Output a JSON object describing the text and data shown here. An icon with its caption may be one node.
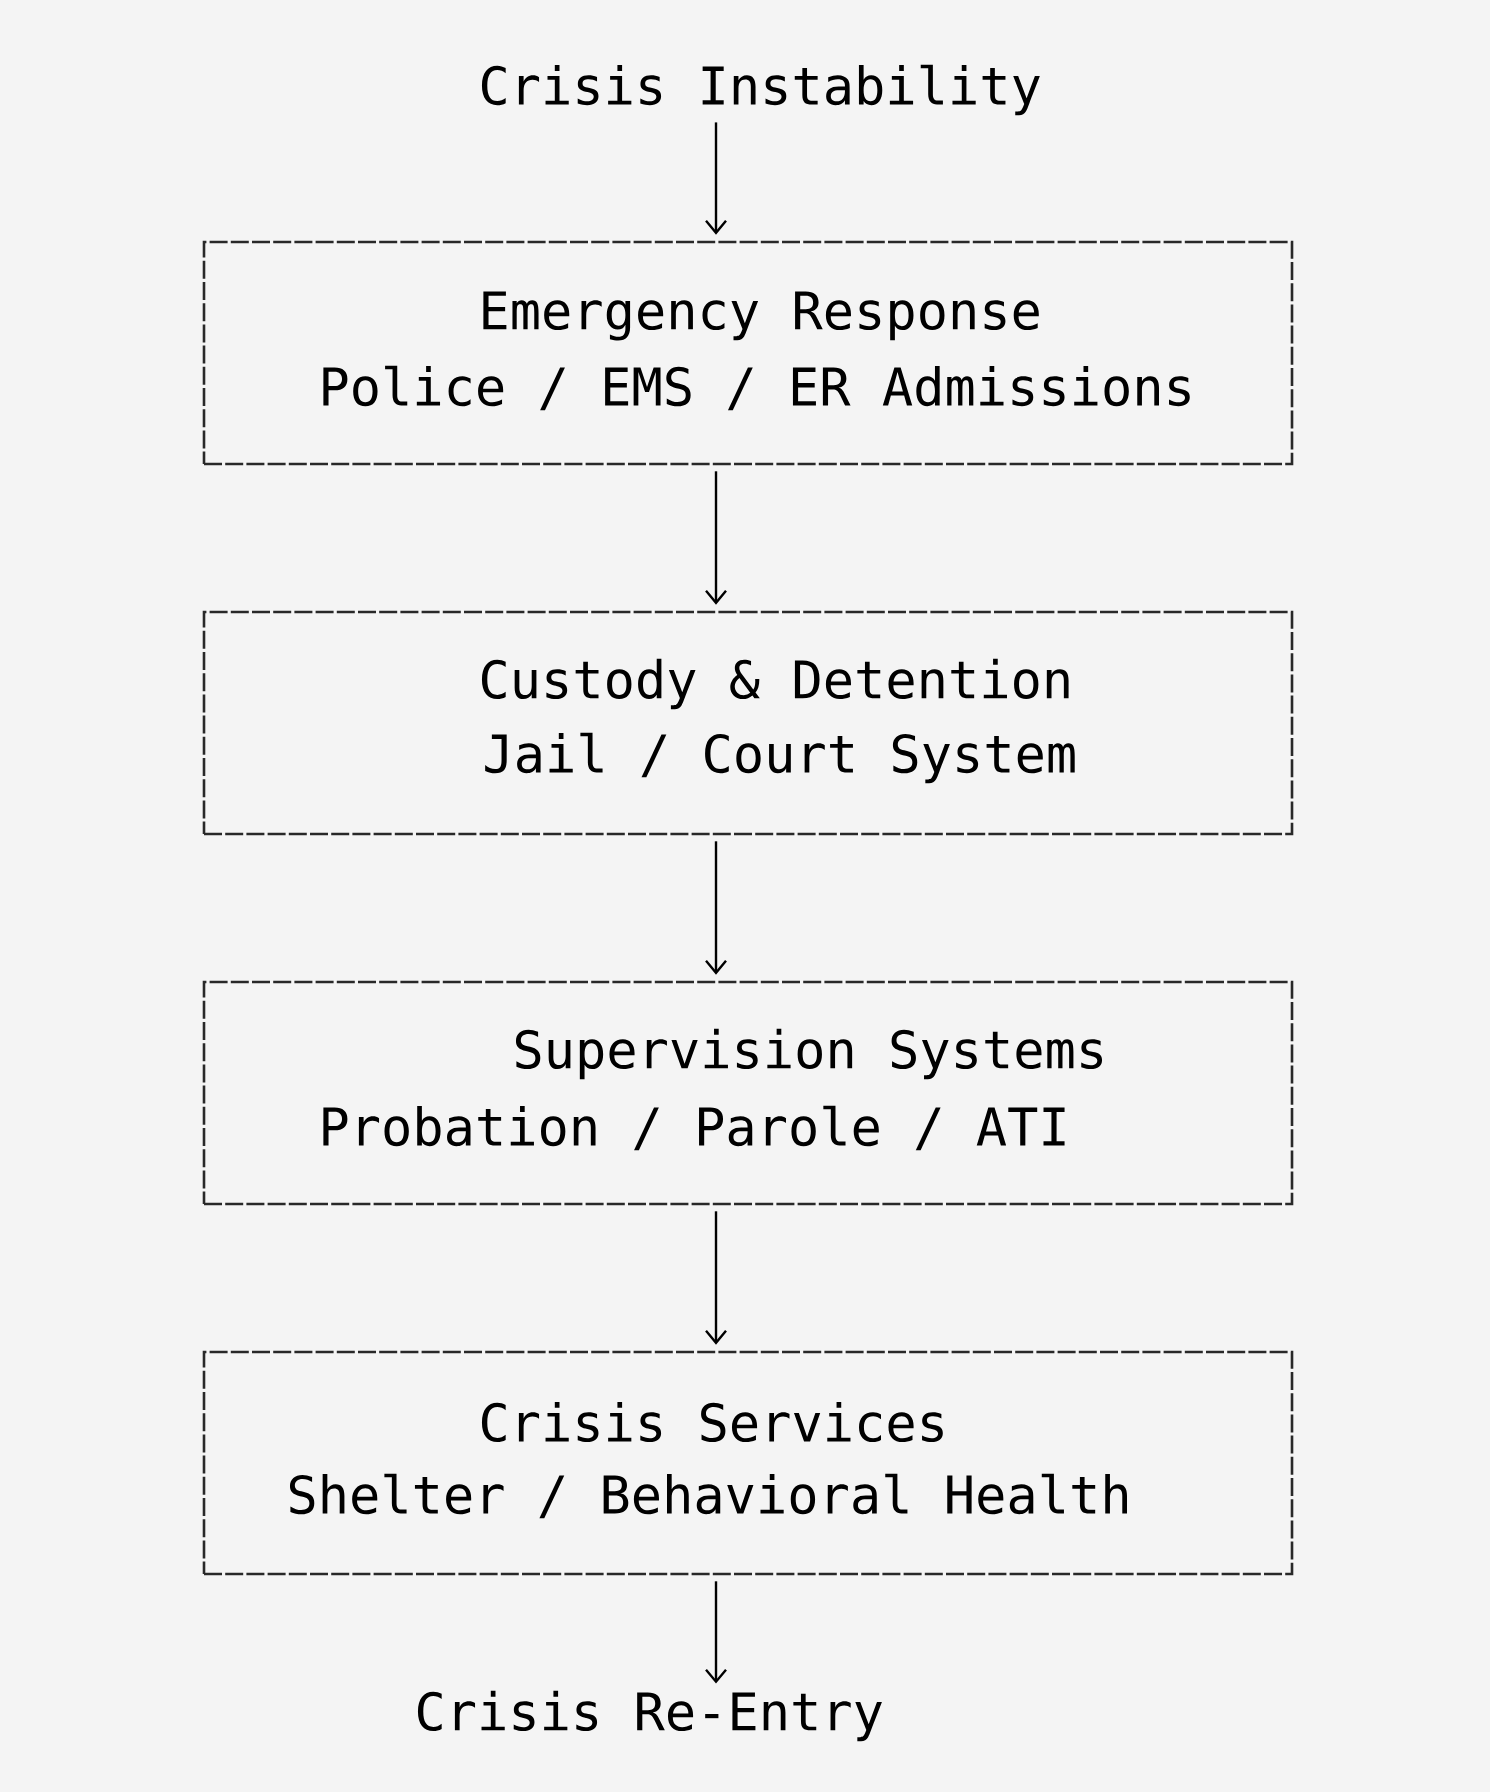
{
  "diagram": {
    "nodes": [
      {
        "text": [
          "Crisis Instability"
        ]
      },
      {
        "text": [
          "Emergency Response",
          "Police / EMS / ER Admissions"
        ]
      },
      {
        "text": [
          "Custody & Detention",
          "Jail / Court System"
        ]
      },
      {
        "text": [
          "Supervision Systems",
          "Probation / Parole / ATI"
        ]
      },
      {
        "text": [
          "Crisis Services",
          "Shelter / Behavioral Health"
        ]
      },
      {
        "text": [
          "Crisis Re-Entry"
        ]
      }
    ],
    "edges": [
      {
        "from": 0,
        "to": 1,
        "arrow": "to"
      },
      {
        "from": 1,
        "to": 2,
        "arrow": "to"
      },
      {
        "from": 2,
        "to": 3,
        "arrow": "to"
      },
      {
        "from": 3,
        "to": 4,
        "arrow": "to"
      },
      {
        "from": 4,
        "to": 5,
        "arrow": "to"
      }
    ]
  }
}
